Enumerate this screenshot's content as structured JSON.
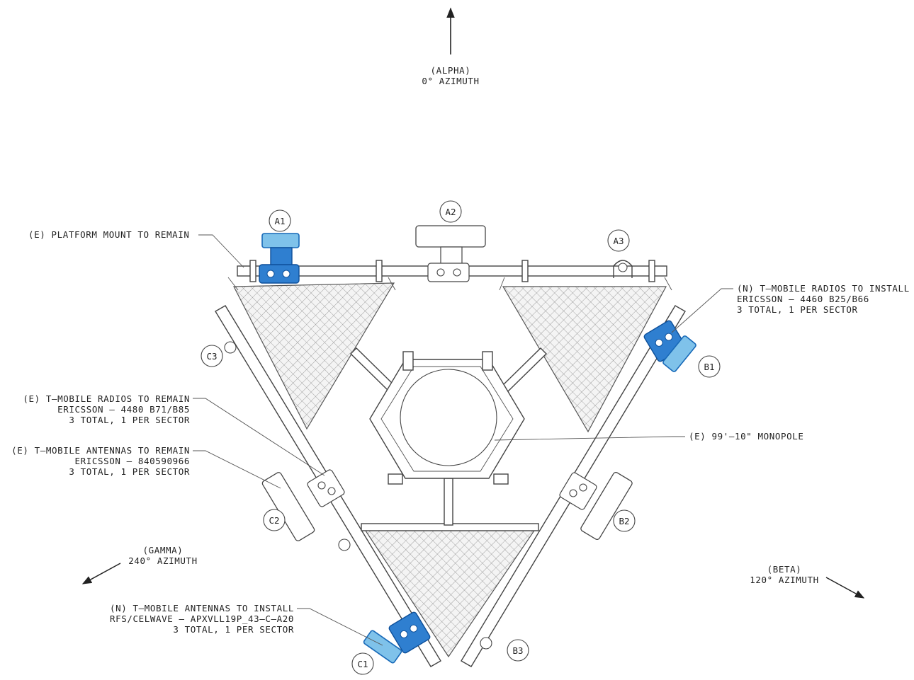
{
  "colors": {
    "line": "#444444",
    "new_equipment_fill": "#7fc2ea",
    "new_equipment_stroke": "#1769b8",
    "background": "#ffffff"
  },
  "azimuths": {
    "alpha": {
      "name": "(ALPHA)",
      "azimuth": "0° AZIMUTH"
    },
    "gamma": {
      "name": "(GAMMA)",
      "azimuth": "240° AZIMUTH"
    },
    "beta": {
      "name": "(BETA)",
      "azimuth": "120° AZIMUTH"
    }
  },
  "callouts": {
    "platform_mount": "(E) PLATFORM MOUNT TO REMAIN",
    "new_radios": [
      "(N) T–MOBILE RADIOS TO INSTALL",
      "ERICSSON – 4460 B25/B66",
      "3 TOTAL, 1 PER SECTOR"
    ],
    "existing_radios": [
      "(E) T–MOBILE RADIOS TO REMAIN",
      "ERICSSON – 4480 B71/B85",
      "3 TOTAL, 1 PER SECTOR"
    ],
    "existing_antennas": [
      "(E) T–MOBILE ANTENNAS TO REMAIN",
      "ERICSSON – 840590966",
      "3 TOTAL, 1 PER SECTOR"
    ],
    "monopole": "(E) 99'–10\" MONOPOLE",
    "new_antennas": [
      "(N) T–MOBILE ANTENNAS TO INSTALL",
      "RFS/CELWAVE – APXVLL19P_43–C–A20",
      "3 TOTAL, 1 PER SECTOR"
    ]
  },
  "positions": [
    "A1",
    "A2",
    "A3",
    "B1",
    "B2",
    "B3",
    "C1",
    "C2",
    "C3"
  ]
}
